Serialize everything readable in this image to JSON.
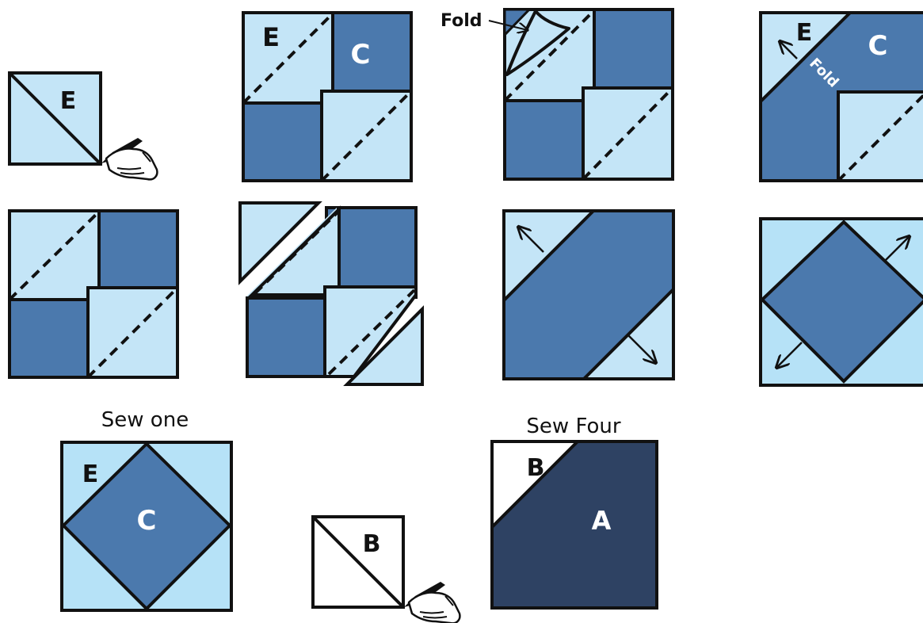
{
  "colors": {
    "light": "#c4e5f7",
    "light_alt": "#b6e2f7",
    "medium": "#4b79ad",
    "dark": "#2e4263",
    "white": "#ffffff",
    "outline": "#111111"
  },
  "labels": {
    "step1_letter": "E",
    "step2_e": "E",
    "step2_c": "C",
    "fold_label": "Fold",
    "step4_e": "E",
    "step4_c": "C",
    "step4_fold": "Fold",
    "sew_one_caption": "Sew one",
    "final_e": "E",
    "final_c": "C",
    "b_square_letter": "B",
    "sew_four_caption": "Sew Four",
    "sew_four_b": "B",
    "sew_four_a": "A"
  },
  "icons": {
    "pencil_hand": "hand-holding-pencil-icon",
    "arrow": "arrow-icon"
  }
}
